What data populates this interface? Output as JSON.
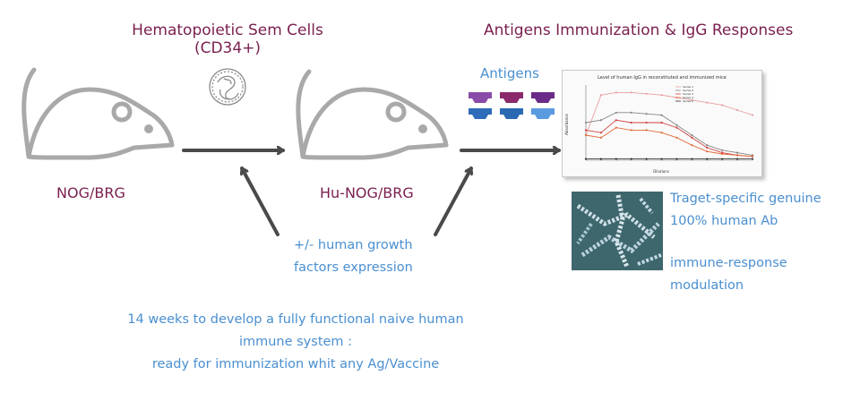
{
  "texts": {
    "stem_cells_title": "Hematopoietic Sem Cells",
    "stem_cells_sub": "(CD34+)",
    "immunization_title": "Antigens Immunization & IgG Responses",
    "antigens_label": "Antigens",
    "mouse1_label": "NOG/BRG",
    "mouse2_label": "Hu-NOG/BRG",
    "growth_line1": "+/- human growth",
    "growth_line2": "factors expression",
    "result1_line1": "Traget-specific genuine",
    "result1_line2": "100% human Ab",
    "result2_line1": "immune-response",
    "result2_line2": "modulation",
    "bottom_line1": "14 weeks to develop a fully functional naive human",
    "bottom_line2": "immune system :",
    "bottom_line3": "ready for immunization whit any Ag/Vaccine"
  },
  "colors": {
    "title_purple": "#7a1f4f",
    "text_blue": "#4a8fd0",
    "arrow_gray": "#4a4a4a",
    "mouse_gray": "#a9a9a9"
  },
  "antigen_colors": [
    "#8a4aa8",
    "#8a2a6a",
    "#6a2a88",
    "#2e6bb8",
    "#2a6ab2",
    "#5a9be0"
  ],
  "chart_data": {
    "type": "line",
    "title": "Level of human IgG in reconstituted and immunized mice",
    "xlabel": "Dilutions",
    "ylabel": "Absorbance",
    "legend_entries": [
      "Series 1",
      "Series 2",
      "Series 3",
      "Series 4",
      "Series 5"
    ],
    "x": [
      1,
      2,
      3,
      4,
      5,
      6,
      7,
      8,
      9,
      10,
      11,
      12
    ],
    "series": [
      {
        "values": [
          1.0,
          2.6,
          2.7,
          2.7,
          2.65,
          2.6,
          2.5,
          2.4,
          2.3,
          2.2,
          2.0,
          1.8
        ],
        "color": "#e8a0a0"
      },
      {
        "values": [
          1.5,
          1.6,
          1.9,
          1.9,
          1.85,
          1.8,
          1.4,
          1.0,
          0.6,
          0.4,
          0.3,
          0.2
        ],
        "color": "#888888"
      },
      {
        "values": [
          1.2,
          1.1,
          1.6,
          1.5,
          1.5,
          1.5,
          1.3,
          0.9,
          0.5,
          0.3,
          0.2,
          0.15
        ],
        "color": "#d04040"
      },
      {
        "values": [
          1.0,
          0.9,
          1.3,
          1.2,
          1.2,
          1.1,
          0.9,
          0.6,
          0.35,
          0.25,
          0.2,
          0.15
        ],
        "color": "#e06a3a"
      },
      {
        "values": [
          0.05,
          0.05,
          0.05,
          0.05,
          0.05,
          0.05,
          0.05,
          0.05,
          0.05,
          0.05,
          0.05,
          0.05
        ],
        "color": "#333333"
      }
    ],
    "ylim": [
      0,
      3
    ],
    "grid": false,
    "legend": "top-right"
  }
}
